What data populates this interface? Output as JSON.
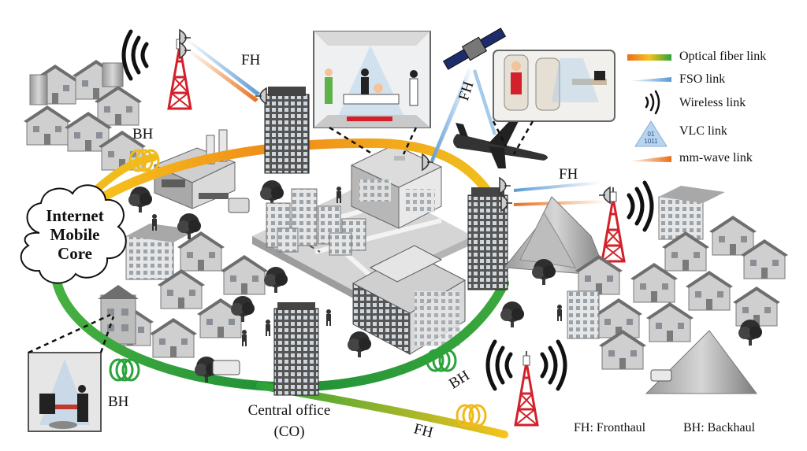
{
  "core": {
    "line1": "Internet",
    "line2": "Mobile",
    "line3": "Core"
  },
  "central_office": {
    "line1": "Central office",
    "line2": "(CO)"
  },
  "links": {
    "fh_top": "FH",
    "fh_satellite": "FH",
    "fh_right": "FH",
    "fh_bottom": "FH",
    "bh_left_top": "BH",
    "bh_left_bottom": "BH",
    "bh_center": "BH"
  },
  "legend": [
    {
      "label": "Optical fiber link",
      "icon": "optical-fiber-gradient-icon"
    },
    {
      "label": "FSO link",
      "icon": "fso-beam-icon"
    },
    {
      "label": "Wireless link",
      "icon": "wireless-waves-icon"
    },
    {
      "label": "VLC link",
      "icon": "vlc-triangle-icon",
      "icon_text_1": "01",
      "icon_text_2": "1011"
    },
    {
      "label": "mm-wave link",
      "icon": "mm-wave-beam-icon"
    }
  ],
  "abbreviations": {
    "fh": "FH: Fronthaul",
    "bh": "BH: Backhaul"
  },
  "colors": {
    "fiber_start": "#f6c21c",
    "fiber_end": "#2aa33a",
    "fso": "#6aa6dc",
    "mm_wave": "#e8701c",
    "tower": "#d3202a"
  }
}
